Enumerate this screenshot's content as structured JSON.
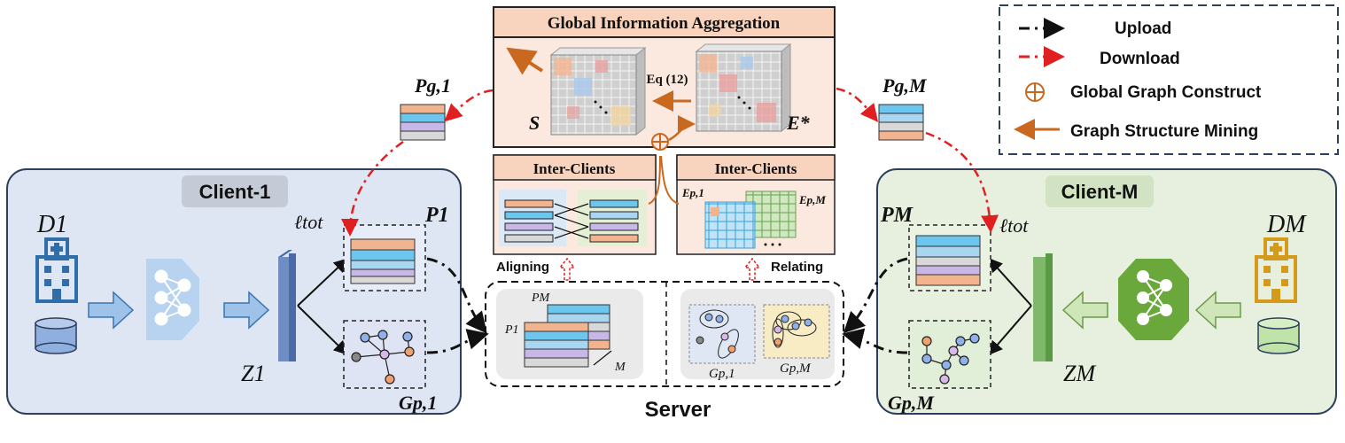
{
  "title": "Global Information Aggregation",
  "legend": {
    "upload": "Upload",
    "download": "Download",
    "global_graph": "Global Graph Construct",
    "structure_mining": "Graph Structure Mining"
  },
  "labels": {
    "client1": "Client-1",
    "clientM": "Client-M",
    "server": "Server",
    "inter_clients_left": "Inter-Clients",
    "inter_clients_right": "Inter-Clients",
    "aligning": "Aligning",
    "relating": "Relating",
    "eq": "Eq (12)",
    "s": "S",
    "e_star": "E*",
    "pg1": "Pg,1",
    "pgM": "Pg,M",
    "p1": "P1",
    "pM": "PM",
    "d1": "D1",
    "dM": "DM",
    "z1": "Z1",
    "zM": "ZM",
    "l_tot_1": "ℓtot",
    "l_tot_M": "ℓtot",
    "gp1": "Gp,1",
    "gpM": "Gp,M",
    "ep1": "Ep,1",
    "epM": "Ep,M",
    "server_pM": "PM",
    "server_p1": "P1",
    "server_m": "M",
    "server_gp1": "Gp,1",
    "server_gpM": "Gp,M"
  },
  "colors": {
    "upload_arrow": "#111111",
    "download_arrow": "#e02020",
    "orange_arrow": "#c8691f",
    "client1_bg": "#dfe6f3",
    "clientM_bg": "#e7f0df",
    "header_bg": "#f8d9c8"
  }
}
